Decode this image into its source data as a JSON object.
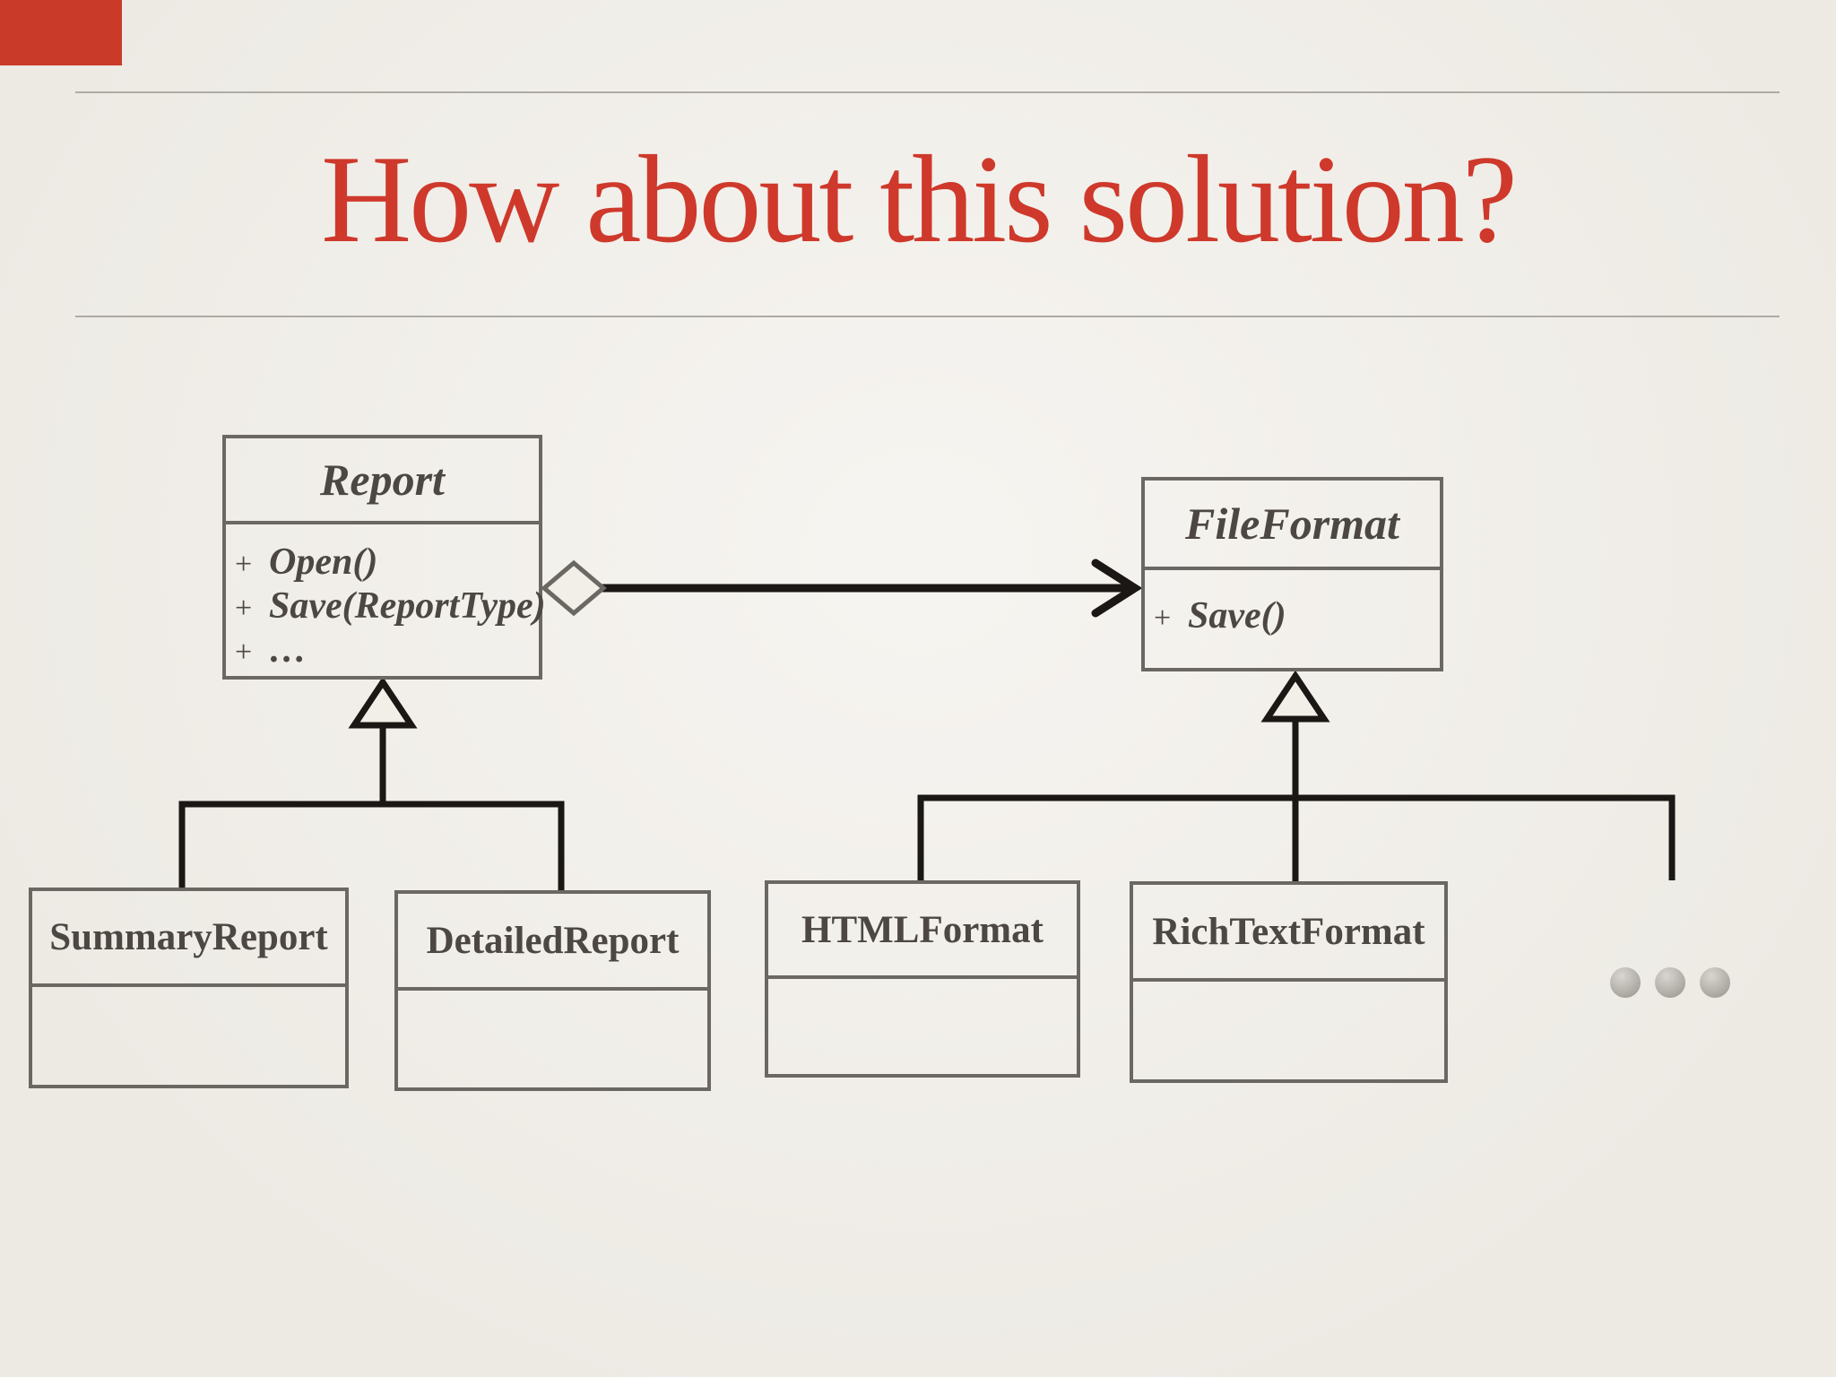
{
  "slide": {
    "title": "How about this solution?",
    "title_color": "#ce392b",
    "corner_accent_color": "#c93a28",
    "background_color": "#f2efe9"
  },
  "diagram": {
    "classes": [
      {
        "name": "Report",
        "abstract": true,
        "methods": [
          {
            "visibility": "+",
            "signature": "Open()"
          },
          {
            "visibility": "+",
            "signature": "Save(ReportType)"
          },
          {
            "visibility": "+",
            "signature": "…"
          }
        ]
      },
      {
        "name": "FileFormat",
        "abstract": true,
        "methods": [
          {
            "visibility": "+",
            "signature": "Save()"
          }
        ]
      },
      {
        "name": "SummaryReport",
        "abstract": false,
        "methods": []
      },
      {
        "name": "DetailedReport",
        "abstract": false,
        "methods": []
      },
      {
        "name": "HTMLFormat",
        "abstract": false,
        "methods": []
      },
      {
        "name": "RichTextFormat",
        "abstract": false,
        "methods": []
      }
    ],
    "relationships": [
      {
        "type": "aggregation",
        "from": "Report",
        "to": "FileFormat"
      },
      {
        "type": "inheritance",
        "parent": "Report",
        "children": [
          "SummaryReport",
          "DetailedReport"
        ]
      },
      {
        "type": "inheritance",
        "parent": "FileFormat",
        "children": [
          "RichTextFormat",
          "HTMLFormat"
        ]
      }
    ],
    "more_formats_indicator_dots": 3,
    "line_color": "#1a1714",
    "box_border_color": "#6b6762"
  }
}
